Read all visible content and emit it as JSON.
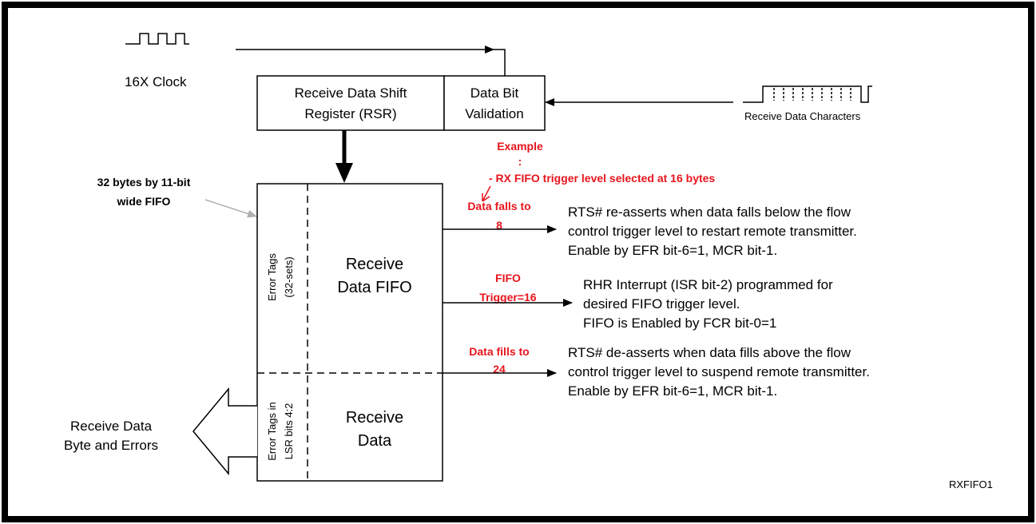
{
  "clock": {
    "label": "16X Clock"
  },
  "rsr": {
    "line1": "Receive Data Shift",
    "line2": "Register (RSR)"
  },
  "validation": {
    "line1": "Data Bit",
    "line2": "Validation"
  },
  "receive_chars": {
    "label": "Receive Data Characters"
  },
  "fifo_desc": {
    "line1": "32 bytes by 11-bit",
    "line2": "wide FIFO"
  },
  "example": {
    "line1": "Example",
    "line2": ":",
    "line3": "- RX FIFO trigger level selected at 16 bytes"
  },
  "error_tags_top": {
    "line1": "Error Tags",
    "line2": "(32-sets)"
  },
  "error_tags_bottom": {
    "line1": "Error Tags in",
    "line2": "LSR bits 4:2"
  },
  "fifo_box": {
    "line1": "Receive",
    "line2": "Data FIFO"
  },
  "data_box": {
    "line1": "Receive",
    "line2": "Data"
  },
  "output": {
    "line1": "Receive Data",
    "line2": "Byte and Errors"
  },
  "falls": {
    "line1": "Data falls to",
    "line2": "8",
    "desc1": "RTS# re-asserts when data falls below the flow",
    "desc2": "control trigger level to restart remote transmitter.",
    "desc3": "Enable by EFR bit-6=1, MCR bit-1."
  },
  "trigger": {
    "line1": "FIFO",
    "line2": "Trigger=16",
    "desc1": "RHR Interrupt (ISR bit-2) programmed for",
    "desc2": "desired FIFO trigger level.",
    "desc3": "FIFO is Enabled by FCR bit-0=1"
  },
  "fills": {
    "line1": "Data fills to",
    "line2": "24",
    "desc1": "RTS# de-asserts when data fills above the flow",
    "desc2": "control trigger level to suspend remote transmitter.",
    "desc3": "Enable by EFR bit-6=1, MCR bit-1."
  },
  "figure_id": "RXFIFO1",
  "colors": {
    "accent_red": "#e8141c",
    "line": "#000000",
    "gray_arrow": "#b0b0b0"
  }
}
